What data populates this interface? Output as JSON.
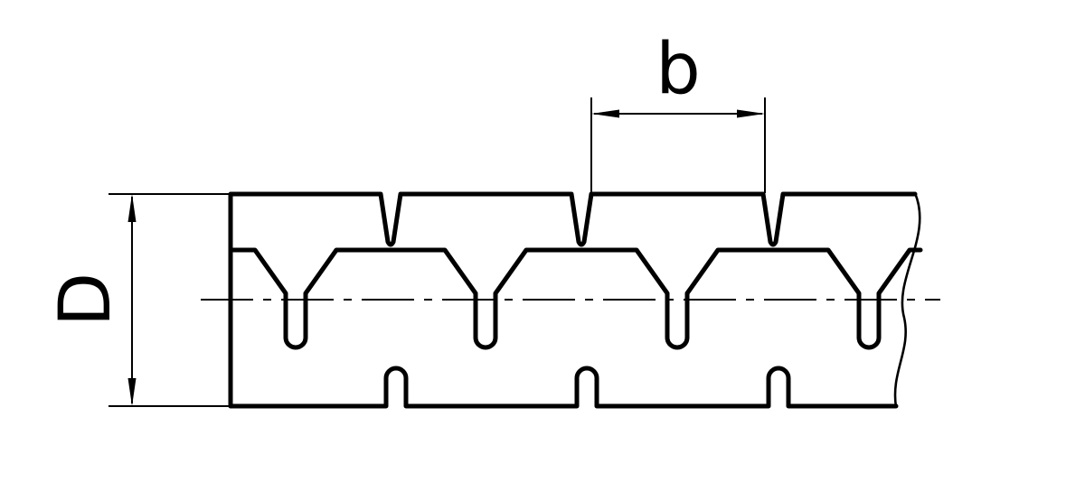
{
  "drawing": {
    "type": "technical-section-drawing",
    "background_color": "#ffffff",
    "line_color": "#000000",
    "dimension_labels": {
      "height": "D",
      "width": "b"
    }
  }
}
